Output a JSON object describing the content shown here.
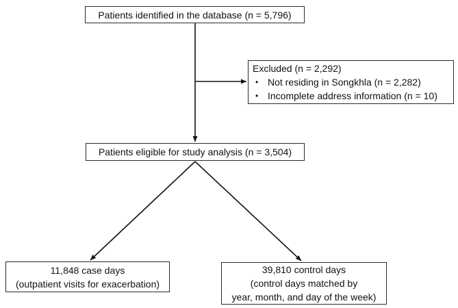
{
  "colors": {
    "background": "#ffffff",
    "box_border": "#2b2b2b",
    "text": "#111111",
    "connector": "#111111"
  },
  "boxes": {
    "identified": {
      "text": "Patients identified in the database (n = 5,796)"
    },
    "excluded": {
      "title": "Excluded (n = 2,292)",
      "bullet": "•",
      "items": [
        "Not residing in Songkhla (n = 2,282)",
        "Incomplete address information (n = 10)"
      ]
    },
    "eligible": {
      "text": "Patients eligible for study analysis (n = 3,504)"
    },
    "case_days": {
      "lines": [
        "11,848 case days",
        "(outpatient visits for exacerbation)"
      ]
    },
    "control_days": {
      "lines": [
        "39,810 control days",
        "(control days matched by",
        "year, month, and day of the week)"
      ]
    }
  }
}
